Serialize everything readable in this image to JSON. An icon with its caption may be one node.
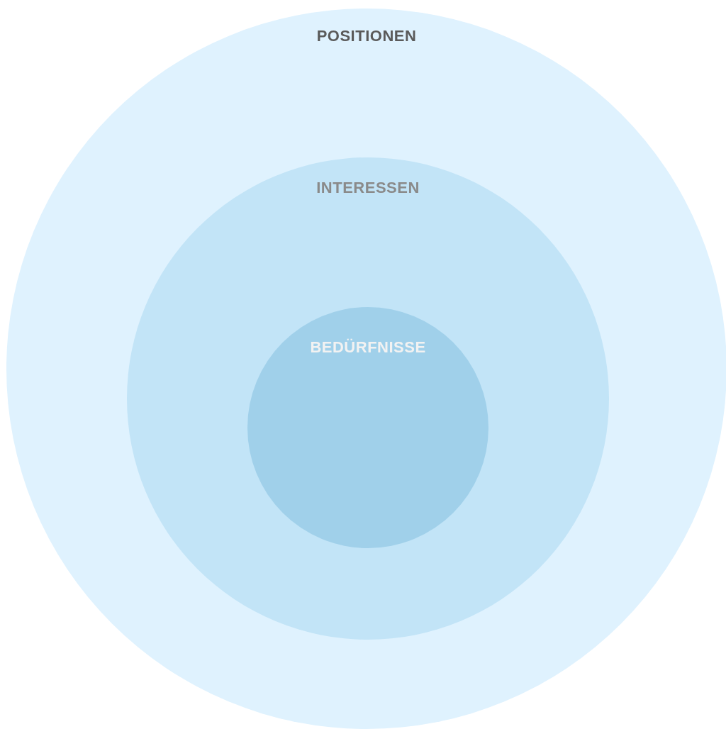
{
  "diagram": {
    "nodes": [
      {
        "text": [
          "POSITIONEN"
        ]
      },
      {
        "text": [
          "INTERESSEN"
        ],
        "in": 0
      },
      {
        "text": [
          "BEDÜRFNISSE"
        ],
        "in": 1
      }
    ]
  }
}
